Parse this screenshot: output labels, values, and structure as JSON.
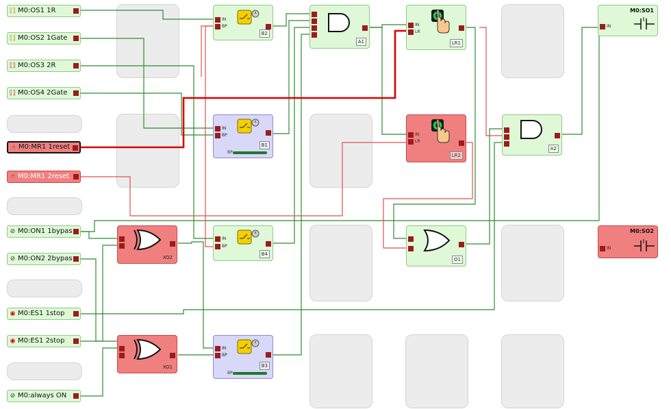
{
  "inputs": {
    "os1": {
      "label": "M0:OS1 1R",
      "icon": "light-curtain-icon"
    },
    "os2": {
      "label": "M0:OS2 1Gate",
      "icon": "light-curtain-icon"
    },
    "os3": {
      "label": "M0:OS3 2R",
      "icon": "light-curtain-icon"
    },
    "os4": {
      "label": "M0:OS4 2Gate",
      "icon": "light-curtain-icon"
    },
    "mr1a": {
      "label": "M0:MR1 1reset",
      "icon": "reset-hand-icon"
    },
    "mr1b": {
      "label": "M0:MR1 2reset",
      "icon": "reset-hand-icon"
    },
    "on1": {
      "label": "M0:ON1 1bypas",
      "icon": "bypass-switch-icon"
    },
    "on2": {
      "label": "M0:ON2 2bypas",
      "icon": "bypass-switch-icon"
    },
    "es1a": {
      "label": "M0:ES1 1stop",
      "icon": "emergency-stop-icon"
    },
    "es1b": {
      "label": "M0:ES1 2stop",
      "icon": "emergency-stop-icon"
    },
    "always": {
      "label": "M0:always ON",
      "icon": "always-on-icon"
    }
  },
  "blocks": {
    "b2": {
      "id": "B2",
      "pin_in": "IN",
      "pin_bp": "BP"
    },
    "b1": {
      "id": "B1",
      "pin_in": "IN",
      "pin_bp": "BP",
      "note": "BP"
    },
    "b4": {
      "id": "B4",
      "pin_in": "IN",
      "pin_bp": "BP"
    },
    "b3": {
      "id": "B3",
      "pin_in": "IN",
      "pin_bp": "BP",
      "note": "BP"
    },
    "a1": {
      "id": "A1"
    },
    "a2": {
      "id": "A2"
    },
    "xo2": {
      "id": "XO2"
    },
    "xo1": {
      "id": "XO1"
    },
    "o1": {
      "id": "O1"
    },
    "lr1": {
      "id": "LR1",
      "pin_in": "IN",
      "pin_lr": "LR"
    },
    "lr2": {
      "id": "LR2",
      "pin_in": "IN",
      "pin_lr": "LR"
    },
    "so1": {
      "title": "M0:SO1",
      "pin_in": "IN"
    },
    "so2": {
      "title": "M0:SO2",
      "pin_in": "IN"
    }
  },
  "colors": {
    "wire_active": "#2e8b2e",
    "wire_inactive": "#e05050",
    "wire_selected": "#dd0000",
    "block_active": "#dff8d8",
    "block_inactive": "#f08080",
    "block_bypass": "#d8d8f8",
    "port": "#9b1c1c"
  }
}
